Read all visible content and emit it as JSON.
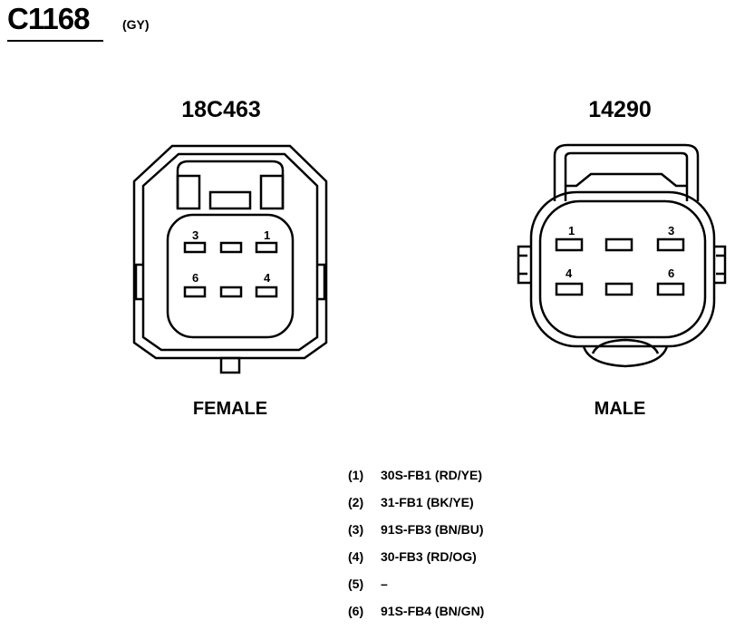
{
  "connector": {
    "id": "C1168",
    "color": "(GY)"
  },
  "female": {
    "part_number": "18C463",
    "label": "FEMALE",
    "pins": [
      "3",
      "1",
      "6",
      "4"
    ]
  },
  "male": {
    "part_number": "14290",
    "label": "MALE",
    "pins": [
      "1",
      "3",
      "4",
      "6"
    ]
  },
  "pinout": [
    {
      "num": "(1)",
      "desc": "30S-FB1 (RD/YE)"
    },
    {
      "num": "(2)",
      "desc": "31-FB1 (BK/YE)"
    },
    {
      "num": "(3)",
      "desc": "91S-FB3 (BN/BU)"
    },
    {
      "num": "(4)",
      "desc": "30-FB3 (RD/OG)"
    },
    {
      "num": "(5)",
      "desc": "–"
    },
    {
      "num": "(6)",
      "desc": "91S-FB4 (BN/GN)"
    }
  ]
}
